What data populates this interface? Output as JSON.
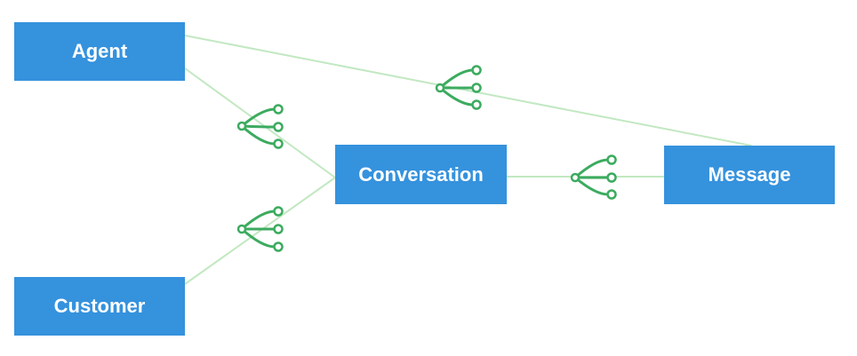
{
  "diagram": {
    "entities": [
      {
        "id": "agent",
        "label": "Agent"
      },
      {
        "id": "customer",
        "label": "Customer"
      },
      {
        "id": "conversation",
        "label": "Conversation"
      },
      {
        "id": "message",
        "label": "Message"
      }
    ],
    "relationships": [
      {
        "from": "agent",
        "to": "conversation",
        "cardinality": "one-to-many"
      },
      {
        "from": "customer",
        "to": "conversation",
        "cardinality": "one-to-many"
      },
      {
        "from": "agent",
        "to": "message",
        "cardinality": "one-to-many"
      },
      {
        "from": "conversation",
        "to": "message",
        "cardinality": "one-to-many"
      }
    ],
    "colors": {
      "entity_fill": "#3592dd",
      "entity_text": "#ffffff",
      "connector_line": "#c2e8c2",
      "crowsfoot": "#3cab5f"
    },
    "icons": {
      "crowsfoot": "crows-foot-many-icon"
    }
  }
}
